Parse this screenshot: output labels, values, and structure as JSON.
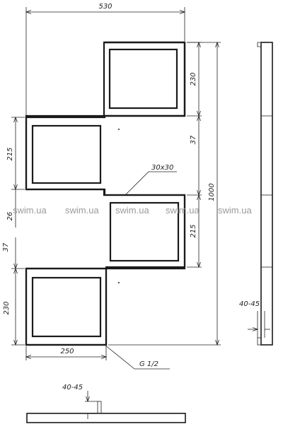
{
  "dimensions": {
    "overall_width": "530",
    "overall_height": "1000",
    "top_frame_height": "230",
    "gap_top": "37",
    "left_frame_height": "215",
    "mid_left_gap": "26",
    "right_frame_height": "215",
    "gap_bottom": "37",
    "bottom_frame_height": "230",
    "bottom_width": "250",
    "tube_section": "30x30",
    "connection": "G 1/2",
    "wall_distance_side": "40-45",
    "wall_distance_bottom": "40-45"
  },
  "watermark": {
    "text": "swim.ua"
  }
}
